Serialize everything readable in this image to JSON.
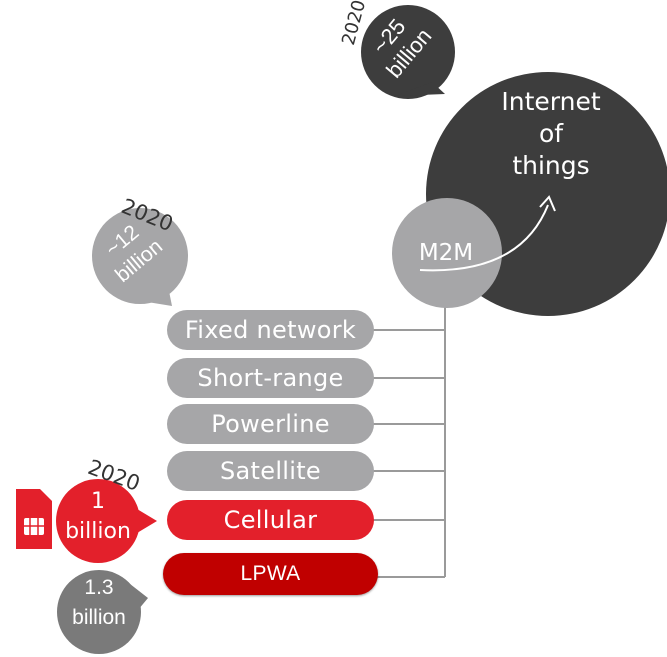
{
  "iot": {
    "label": [
      "Internet",
      "of",
      "things"
    ],
    "year": "2020",
    "count": [
      "~25",
      "billion"
    ]
  },
  "m2m": {
    "label": "M2M",
    "year": "2020",
    "count": [
      "~12",
      "billion"
    ]
  },
  "technologies": [
    "Fixed network",
    "Short-range",
    "Powerline",
    "Satellite",
    "Cellular",
    "LPWA"
  ],
  "cellular": {
    "year": "2020",
    "count": [
      "1",
      "billion"
    ]
  },
  "lpwa": {
    "count": [
      "1.3",
      "billion"
    ]
  },
  "icons": {
    "sim": "sim-card-icon",
    "arrow": "curved-arrow-icon"
  },
  "colors": {
    "dark": "#3d3d3d",
    "grey": "#a6a6a8",
    "red": "#e3202b",
    "darkred": "#c00000",
    "bubble_grey": "#7a7a7a"
  }
}
